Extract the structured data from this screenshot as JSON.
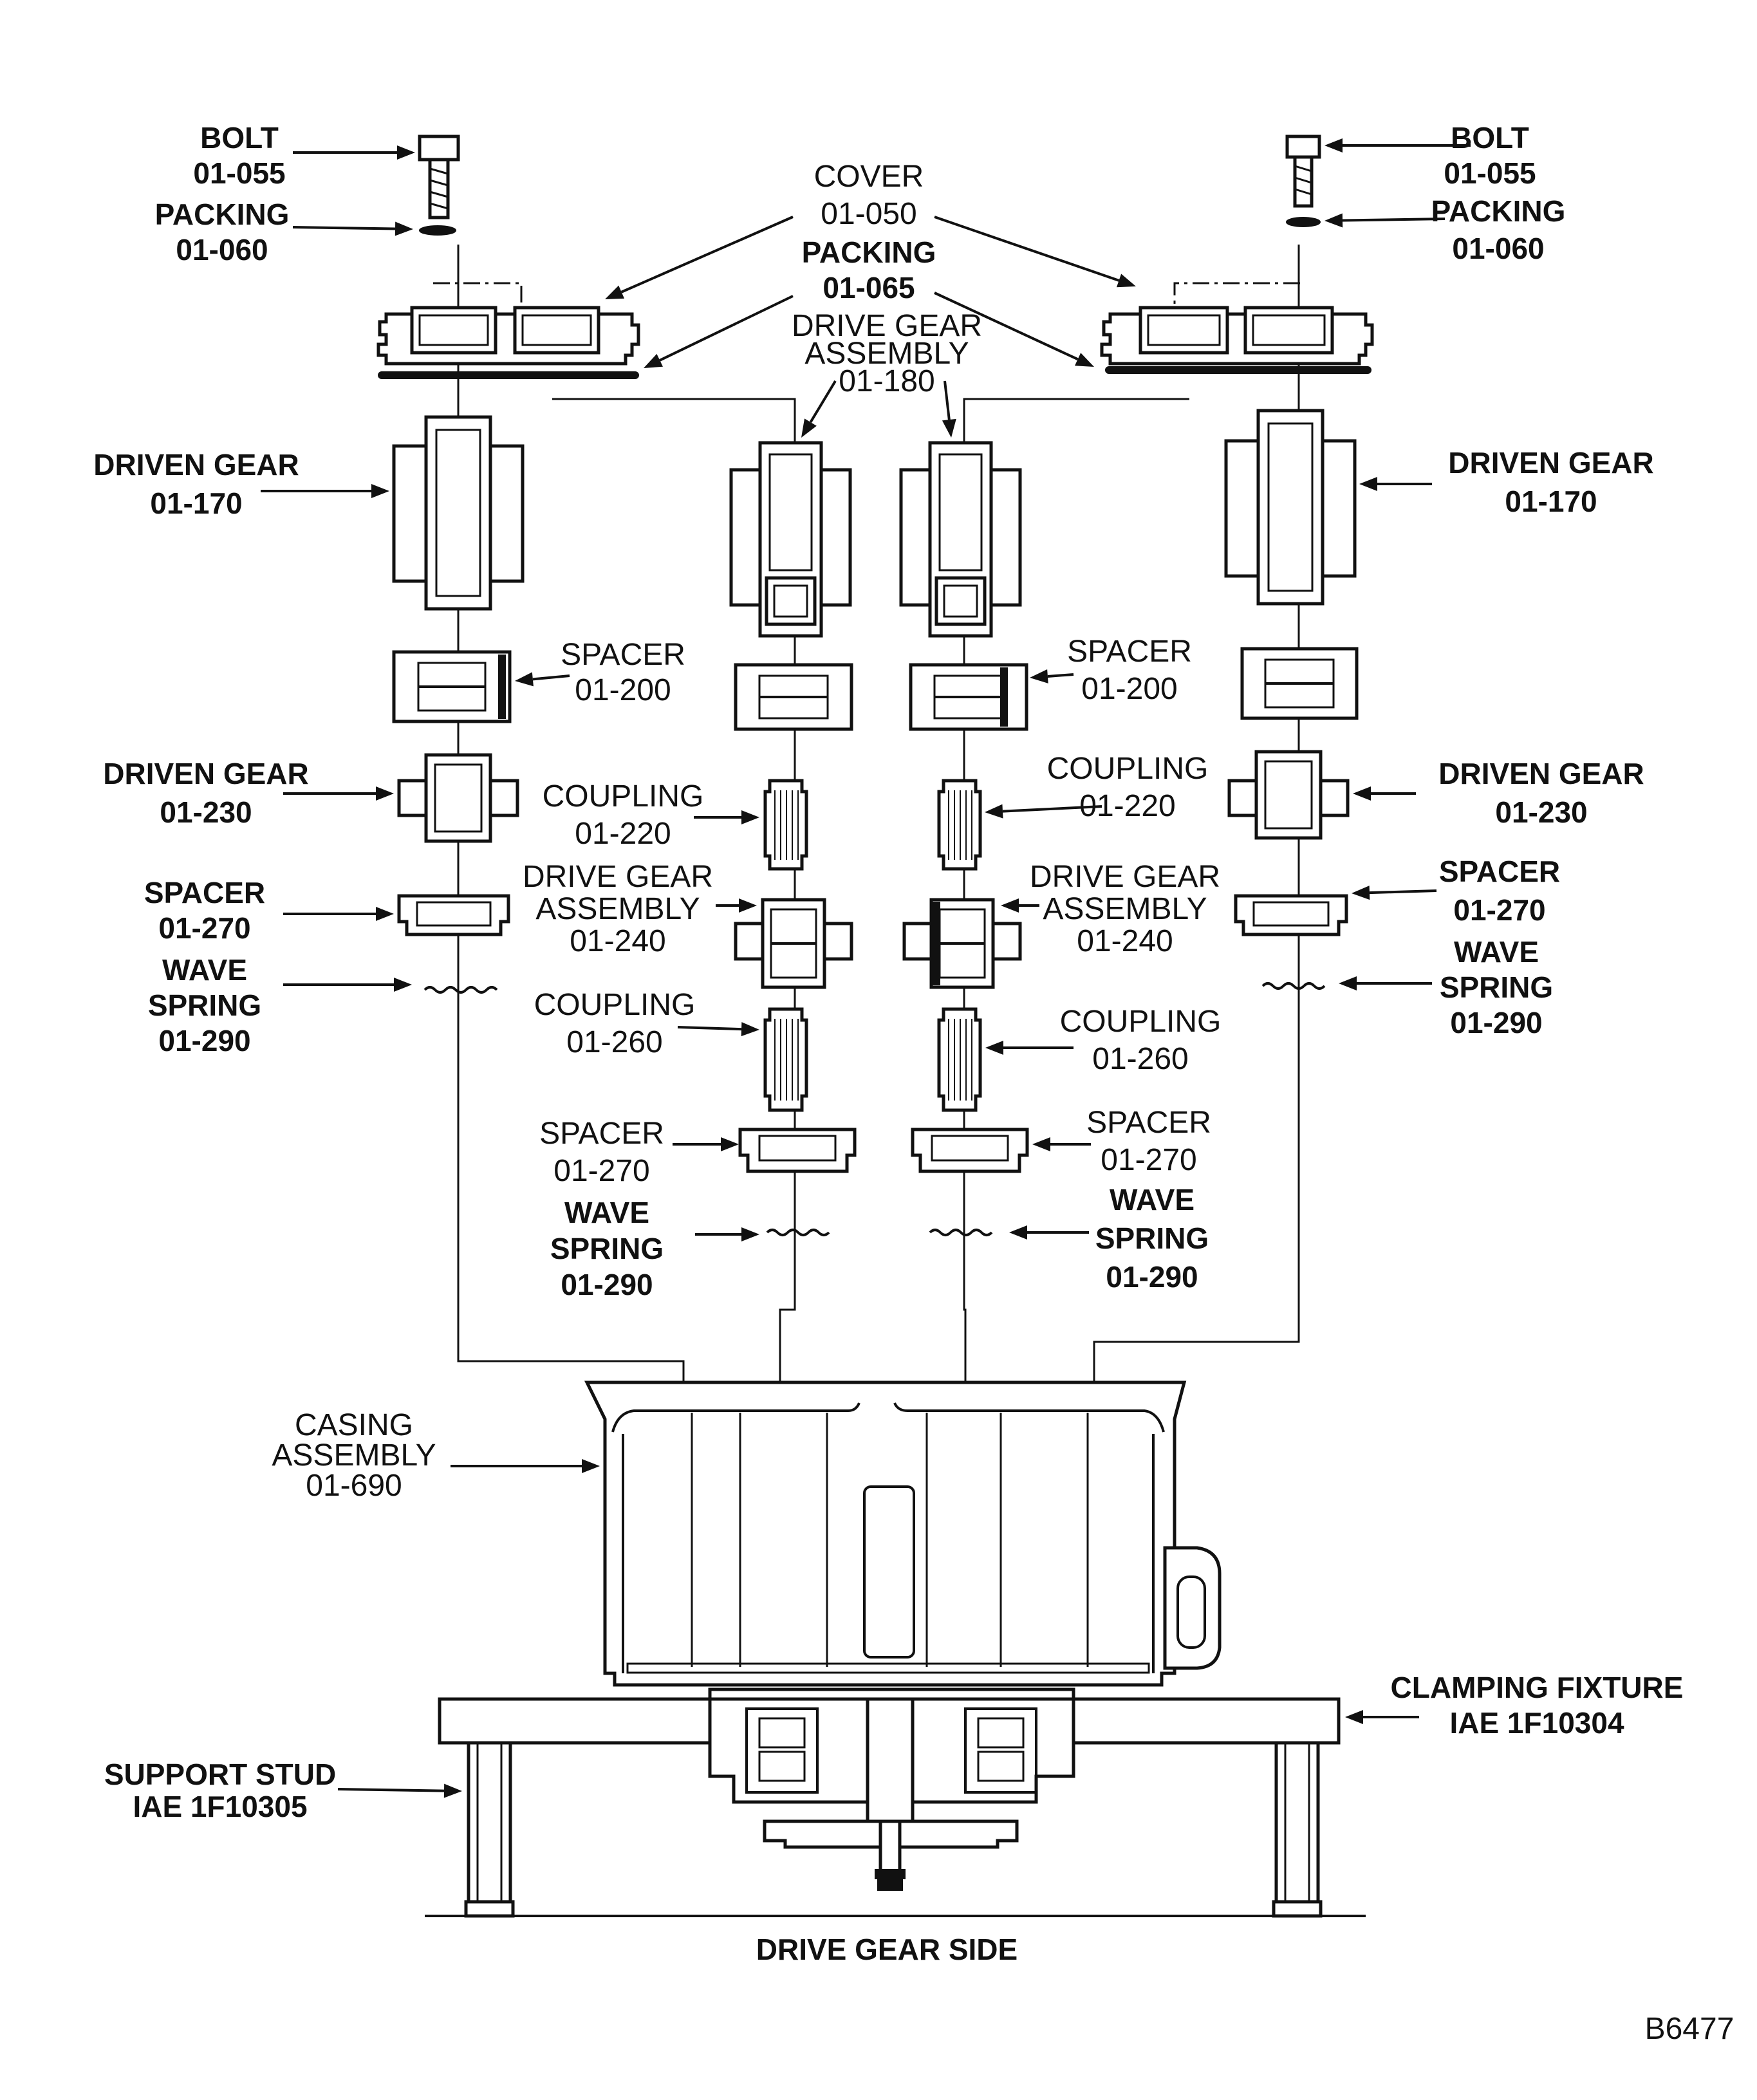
{
  "labels": {
    "bolt_left": [
      "BOLT",
      "01-055"
    ],
    "packing_left": [
      "PACKING",
      "01-060"
    ],
    "cover": [
      "COVER",
      "01-050"
    ],
    "packing_cover": [
      "PACKING",
      "01-065"
    ],
    "bolt_right": [
      "BOLT",
      "01-055"
    ],
    "packing_right": [
      "PACKING",
      "01-060"
    ],
    "drive_gear_top": [
      "DRIVE GEAR",
      "ASSEMBLY",
      "01-180"
    ],
    "driven_gear_170_left": [
      "DRIVEN GEAR",
      "01-170"
    ],
    "driven_gear_170_right": [
      "DRIVEN GEAR",
      "01-170"
    ],
    "spacer_200_left": [
      "SPACER",
      "01-200"
    ],
    "spacer_200_right": [
      "SPACER",
      "01-200"
    ],
    "driven_gear_230_left": [
      "DRIVEN GEAR",
      "01-230"
    ],
    "driven_gear_230_right": [
      "DRIVEN GEAR",
      "01-230"
    ],
    "coupling_220_left": [
      "COUPLING",
      "01-220"
    ],
    "coupling_220_right": [
      "COUPLING",
      "01-220"
    ],
    "spacer_270_outer_left": [
      "SPACER",
      "01-270"
    ],
    "spacer_270_outer_right": [
      "SPACER",
      "01-270"
    ],
    "drive_gear_240_left": [
      "DRIVE GEAR",
      "ASSEMBLY",
      "01-240"
    ],
    "drive_gear_240_right": [
      "DRIVE GEAR",
      "ASSEMBLY",
      "01-240"
    ],
    "wave_spring_outer_left": [
      "WAVE",
      "SPRING",
      "01-290"
    ],
    "wave_spring_outer_right": [
      "WAVE",
      "SPRING",
      "01-290"
    ],
    "coupling_260_left": [
      "COUPLING",
      "01-260"
    ],
    "coupling_260_right": [
      "COUPLING",
      "01-260"
    ],
    "spacer_270_inner_left": [
      "SPACER",
      "01-270"
    ],
    "spacer_270_inner_right": [
      "SPACER",
      "01-270"
    ],
    "wave_spring_inner_left": [
      "WAVE",
      "SPRING",
      "01-290"
    ],
    "wave_spring_inner_right": [
      "WAVE",
      "SPRING",
      "01-290"
    ],
    "casing": [
      "CASING",
      "ASSEMBLY",
      "01-690"
    ],
    "clamping_fixture": [
      "CLAMPING FIXTURE",
      "IAE 1F10304"
    ],
    "support_stud": [
      "SUPPORT STUD",
      "IAE 1F10305"
    ],
    "drive_side": [
      "DRIVE GEAR SIDE"
    ],
    "figure_id": [
      "B6477"
    ]
  }
}
